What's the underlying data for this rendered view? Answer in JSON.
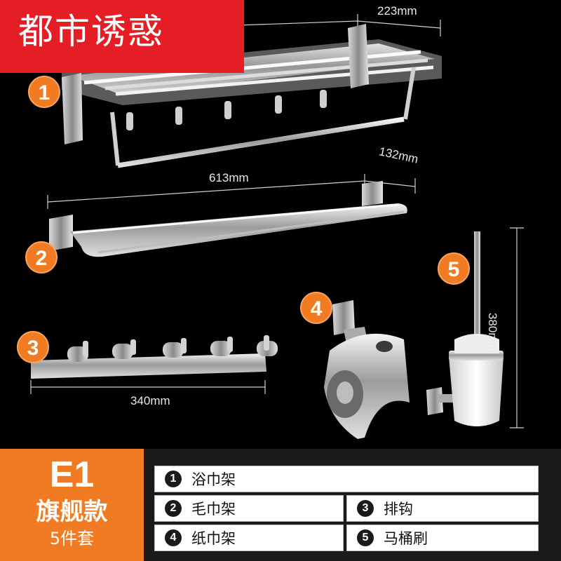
{
  "brand": {
    "text": "都市诱惑",
    "color": "#e51d24"
  },
  "badges": [
    "1",
    "2",
    "3",
    "4",
    "5"
  ],
  "dimensions": {
    "towel_rack_depth": "223mm",
    "towel_bar_length": "613mm",
    "towel_bar_depth": "132mm",
    "hook_length": "340mm",
    "brush_height": "380mm"
  },
  "edition": {
    "code": "E1",
    "name": "旗舰款",
    "count": "5件套",
    "color": "#f07b22"
  },
  "items": [
    {
      "num": "1",
      "label": "浴巾架"
    },
    {
      "num": "2",
      "label": "毛巾架"
    },
    {
      "num": "3",
      "label": "排钩"
    },
    {
      "num": "4",
      "label": "纸巾架"
    },
    {
      "num": "5",
      "label": "马桶刷"
    }
  ]
}
